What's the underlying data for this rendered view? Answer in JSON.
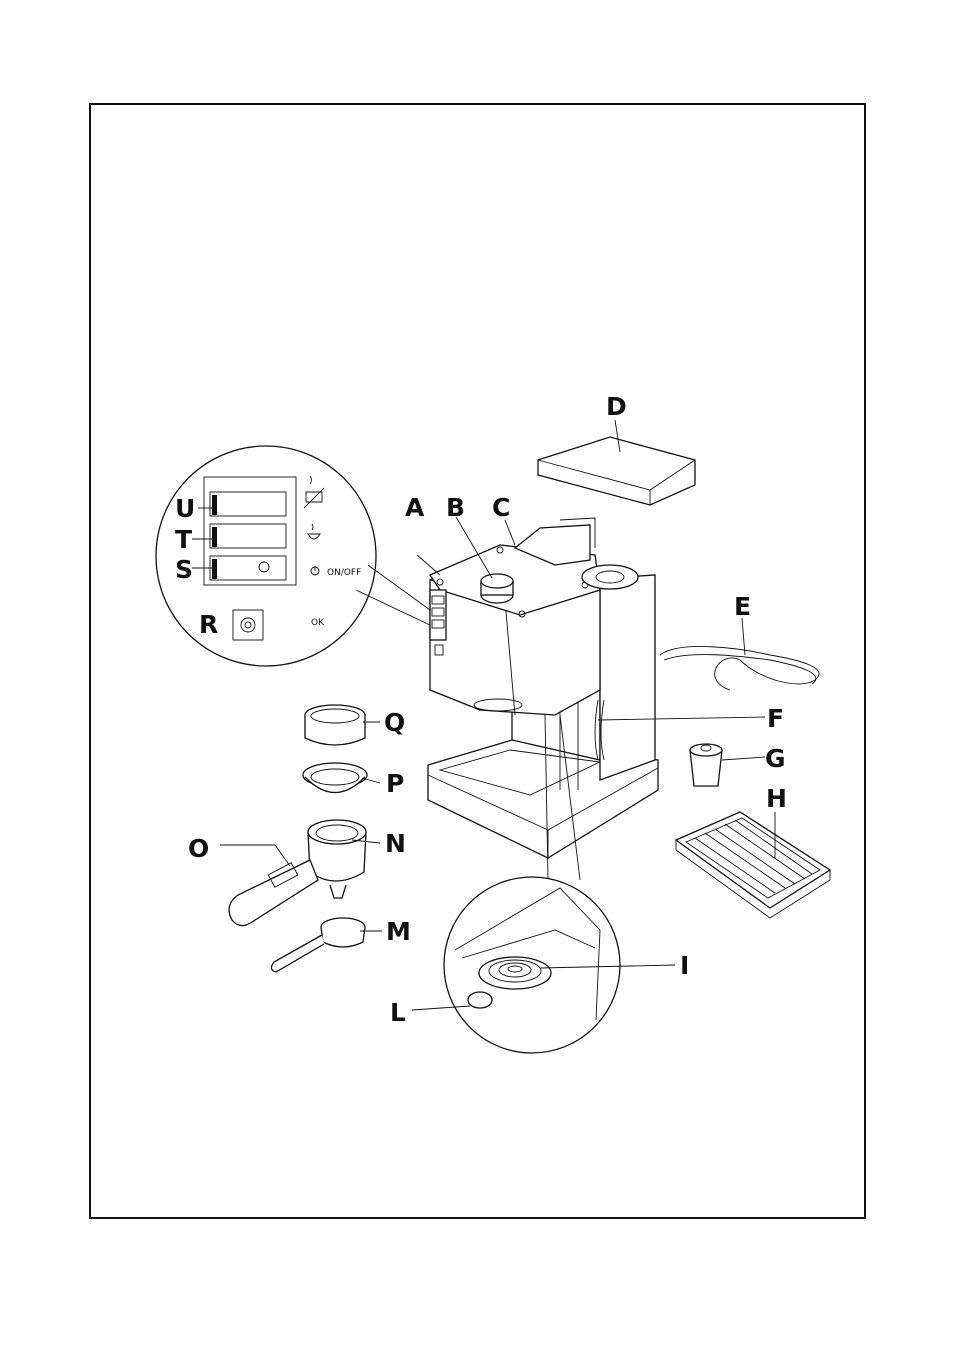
{
  "labels": {
    "A": "A",
    "B": "B",
    "C": "C",
    "D": "D",
    "E": "E",
    "F": "F",
    "G": "G",
    "H": "H",
    "I": "I",
    "L": "L",
    "M": "M",
    "N": "N",
    "O": "O",
    "P": "P",
    "Q": "Q",
    "R": "R",
    "S": "S",
    "T": "T",
    "U": "U"
  },
  "panel": {
    "on_off": "ON/OFF",
    "ok": "OK"
  },
  "colors": {
    "ink": "#111111",
    "paper": "#ffffff"
  }
}
